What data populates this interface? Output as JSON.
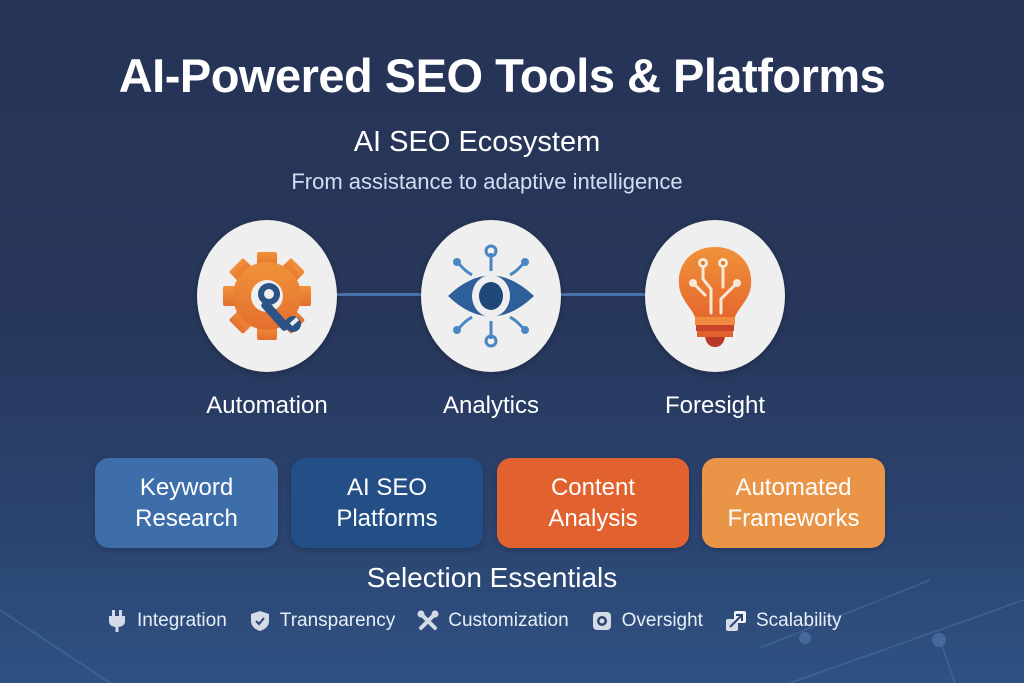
{
  "header": {
    "title": "AI-Powered SEO Tools & Platforms",
    "subtitle": "AI SEO Ecosystem",
    "tagline": "From assistance to adaptive intelligence"
  },
  "pillars": [
    {
      "label": "Automation",
      "icon": "gear-wrench-icon"
    },
    {
      "label": "Analytics",
      "icon": "eye-network-icon"
    },
    {
      "label": "Foresight",
      "icon": "lightbulb-circuit-icon"
    }
  ],
  "categories": [
    {
      "line1": "Keyword",
      "line2": "Research",
      "color": "#3d6eaa"
    },
    {
      "line1": "AI SEO",
      "line2": "Platforms",
      "color": "#244e86"
    },
    {
      "line1": "Content",
      "line2": "Analysis",
      "color": "#e2622f"
    },
    {
      "line1": "Automated",
      "line2": "Frameworks",
      "color": "#ea9448"
    }
  ],
  "essentials": {
    "title": "Selection Essentials",
    "items": [
      {
        "label": "Integration",
        "icon": "plug-icon"
      },
      {
        "label": "Transparency",
        "icon": "shield-check-icon"
      },
      {
        "label": "Customization",
        "icon": "tools-icon"
      },
      {
        "label": "Oversight",
        "icon": "camera-icon"
      },
      {
        "label": "Scalability",
        "icon": "scale-arrow-icon"
      }
    ]
  },
  "colors": {
    "background": "#263456",
    "accent_orange": "#ee8a3a",
    "accent_blue": "#2f5f9a",
    "connector": "#4a73ad"
  }
}
